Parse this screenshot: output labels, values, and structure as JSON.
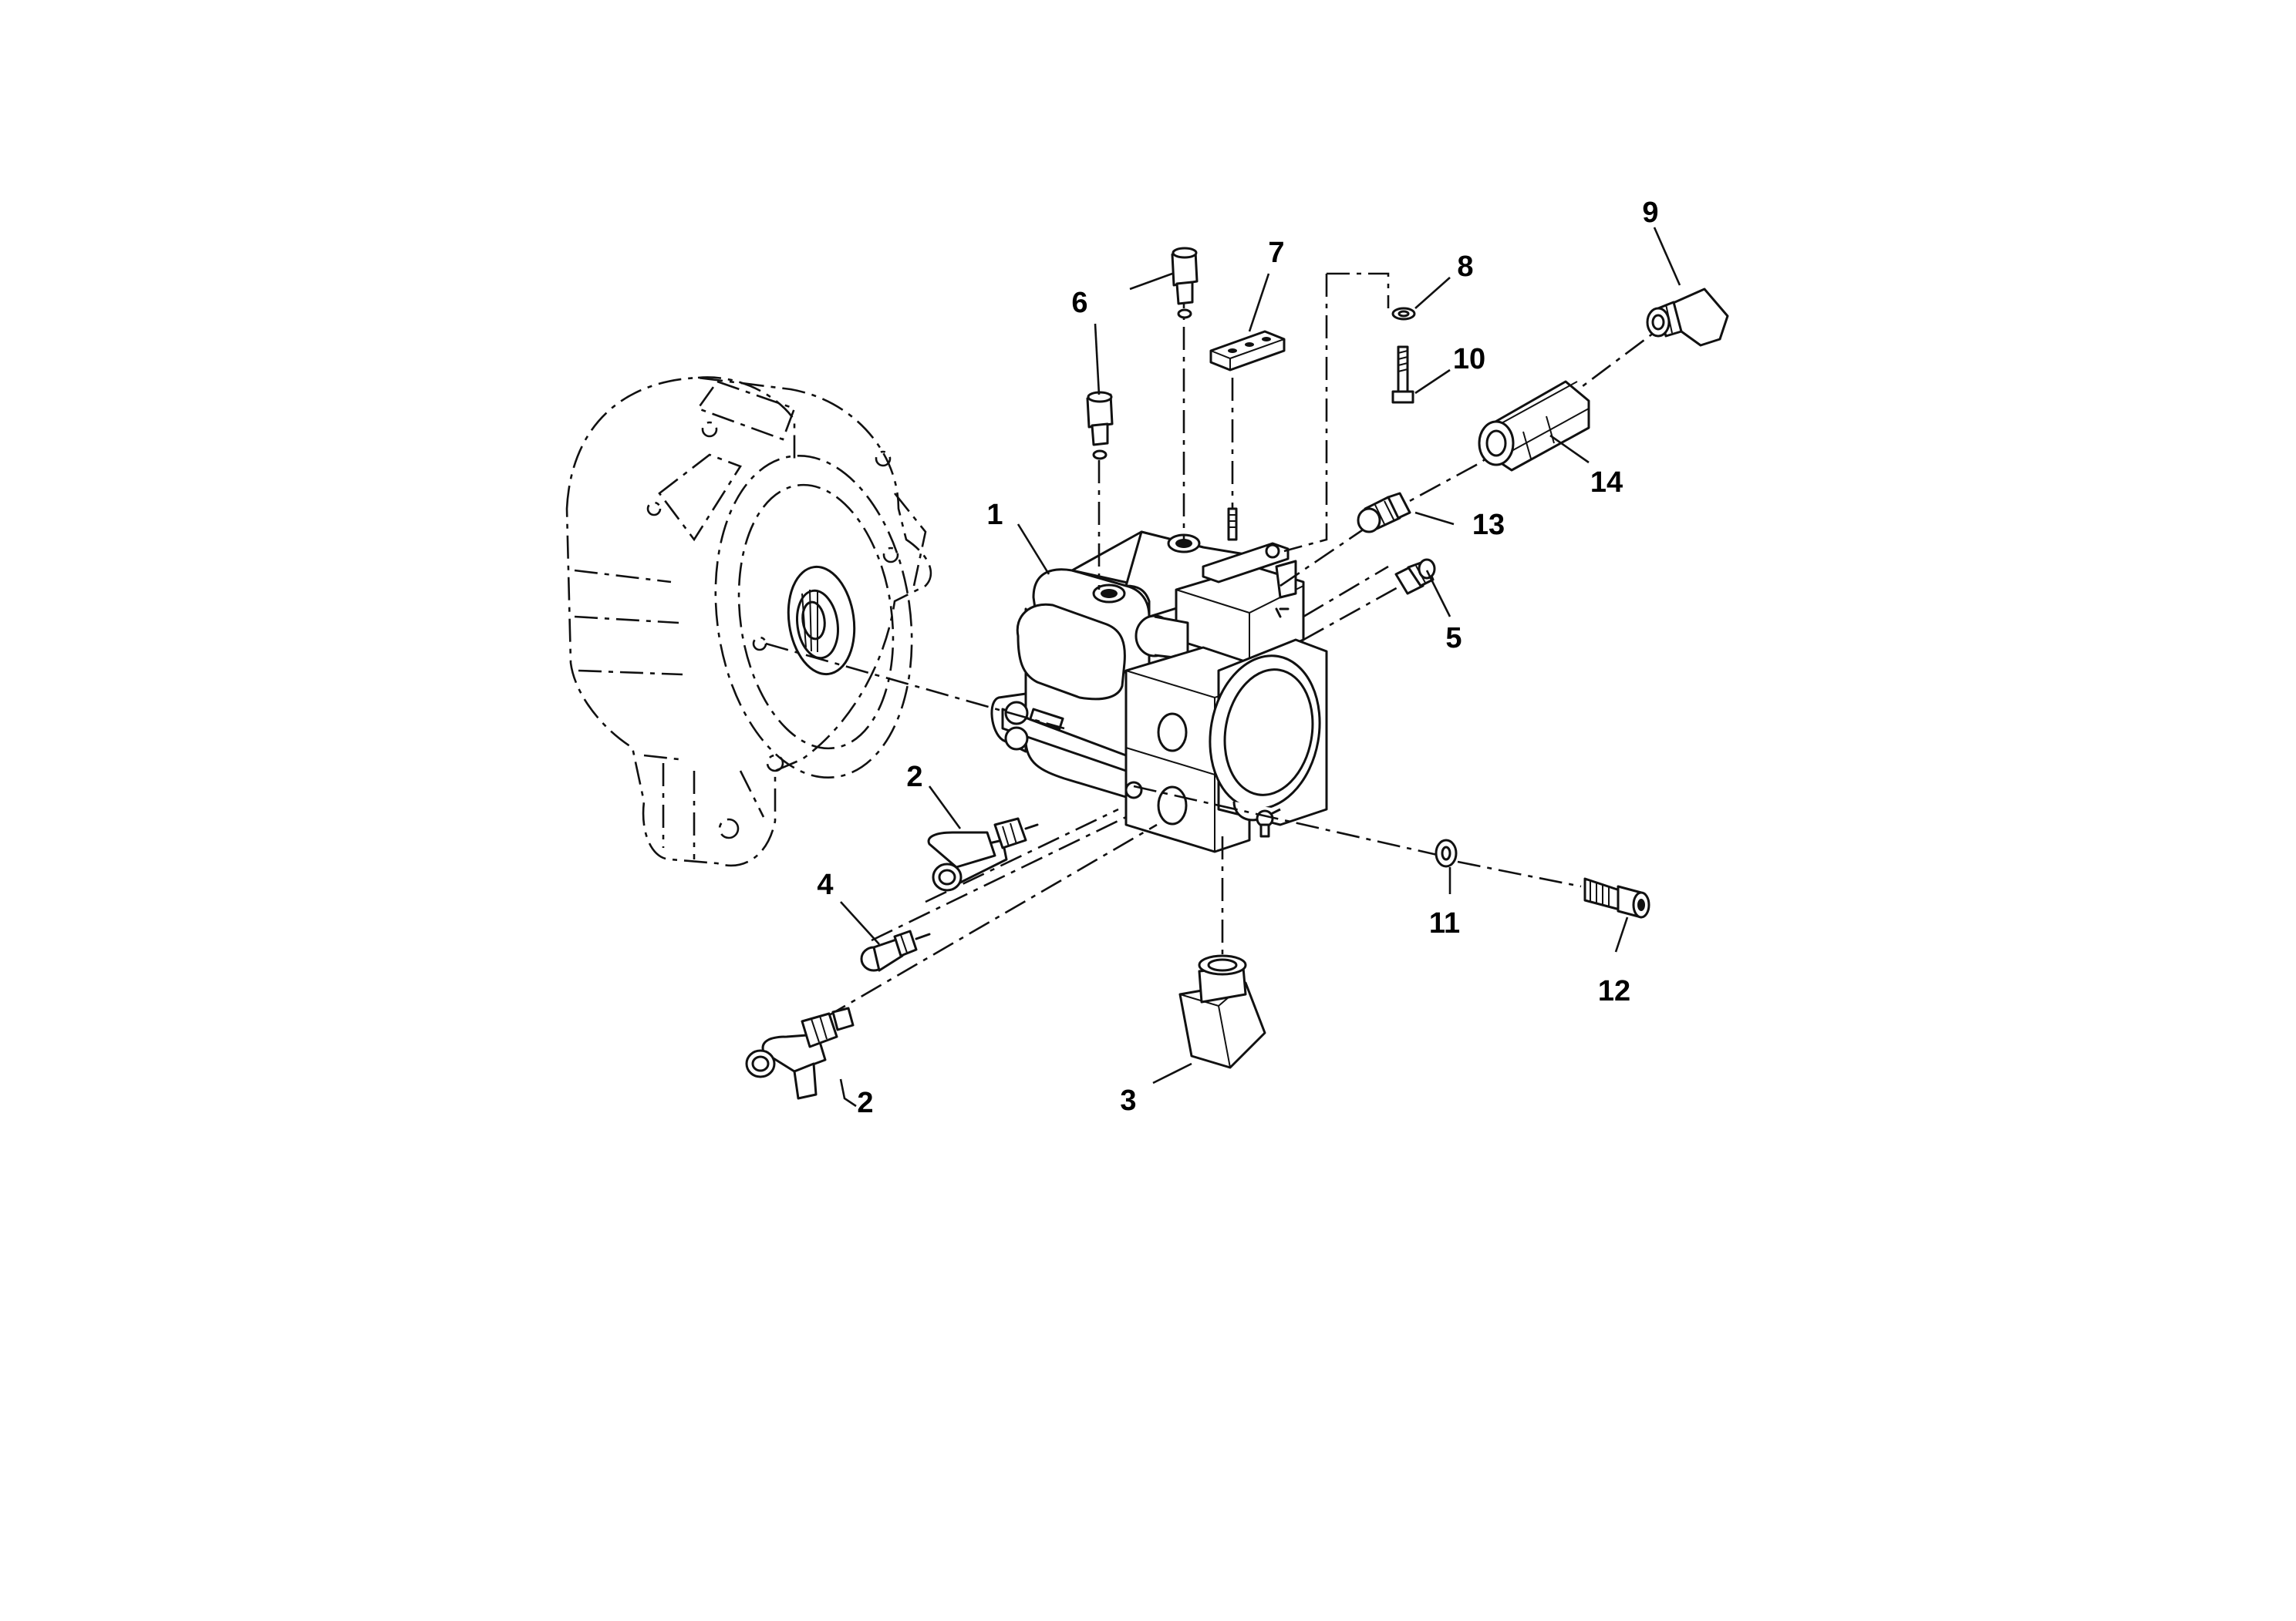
{
  "diagram": {
    "callouts": [
      {
        "id": "c1",
        "text": "1"
      },
      {
        "id": "c2a",
        "text": "2"
      },
      {
        "id": "c2b",
        "text": "2"
      },
      {
        "id": "c3",
        "text": "3"
      },
      {
        "id": "c4",
        "text": "4"
      },
      {
        "id": "c5",
        "text": "5"
      },
      {
        "id": "c6",
        "text": "6"
      },
      {
        "id": "c7",
        "text": "7"
      },
      {
        "id": "c8",
        "text": "8"
      },
      {
        "id": "c9",
        "text": "9"
      },
      {
        "id": "c10",
        "text": "10"
      },
      {
        "id": "c11",
        "text": "11"
      },
      {
        "id": "c12",
        "text": "12"
      },
      {
        "id": "c13",
        "text": "13"
      },
      {
        "id": "c14",
        "text": "14"
      }
    ]
  }
}
